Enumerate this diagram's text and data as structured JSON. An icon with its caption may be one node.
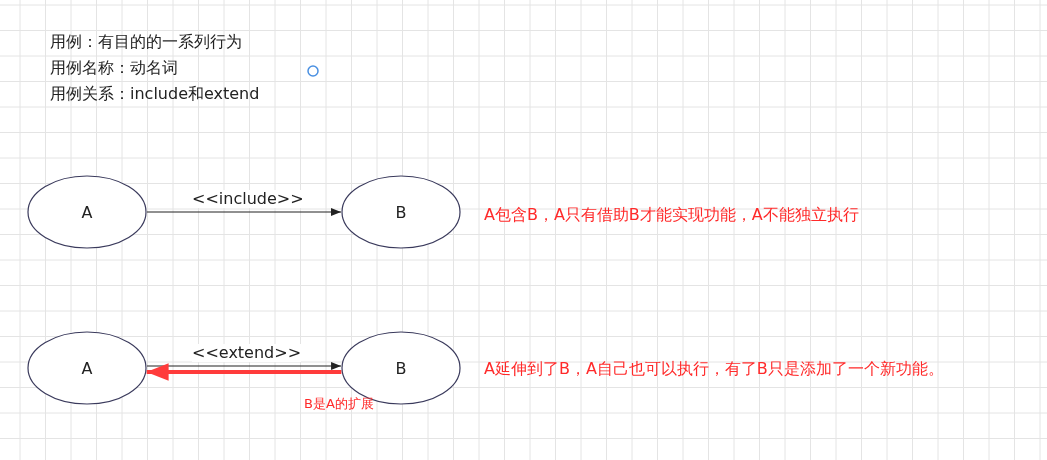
{
  "diagram": {
    "nodes": [
      {
        "text": [
          "A"
        ]
      },
      {
        "text": [
          "B"
        ]
      },
      {
        "text": [
          "A"
        ]
      },
      {
        "text": [
          "B"
        ]
      }
    ],
    "edges": [
      {
        "from": 0,
        "to": 1,
        "arrow": "to",
        "label": "<<include>>"
      },
      {
        "from": 2,
        "to": 3,
        "arrow": "to",
        "label": "<<extend>>"
      },
      {
        "from": 3,
        "to": 2,
        "arrow": "to",
        "style": "thick",
        "color": "#ff3b3b"
      }
    ],
    "labels": [
      "用例：有目的的一系列行为",
      "用例名称：动名词",
      "用例关系：include和extend",
      "A包含B，A只有借助B才能实现功能，A不能独立执行",
      "A延伸到了B，A自己也可以执行，有了B只是添加了一个新功能。",
      "B是A的扩展"
    ]
  }
}
